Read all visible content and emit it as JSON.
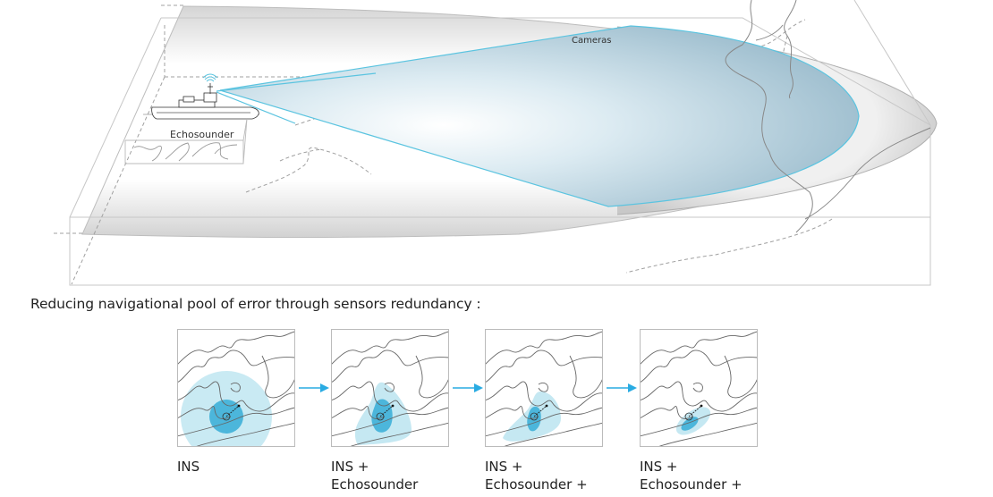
{
  "scene": {
    "cameras_label": "Cameras",
    "echosounder_label": "Echosounder",
    "colors": {
      "camera_cone": "#5bc4e0",
      "coverage_fill": "#a9c6d4",
      "pool_outer": "#bfe6f1",
      "pool_inner": "#4cb6db",
      "arrow": "#29abe2",
      "line": "#8a8a8a"
    }
  },
  "section": {
    "title": "Reducing navigational pool of error through sensors redundancy :"
  },
  "panels": [
    {
      "caption_line1": "INS",
      "caption_line2": "",
      "error_level": "large"
    },
    {
      "caption_line1": "INS +",
      "caption_line2": "Echosounder",
      "error_level": "medium"
    },
    {
      "caption_line1": "INS +",
      "caption_line2": "Echosounder +",
      "error_level": "smaller"
    },
    {
      "caption_line1": "INS +",
      "caption_line2": "Echosounder +",
      "error_level": "smallest"
    }
  ],
  "icons": {
    "arrow": "arrow-right-icon",
    "ship": "ship-icon",
    "signal": "signal-icon"
  }
}
